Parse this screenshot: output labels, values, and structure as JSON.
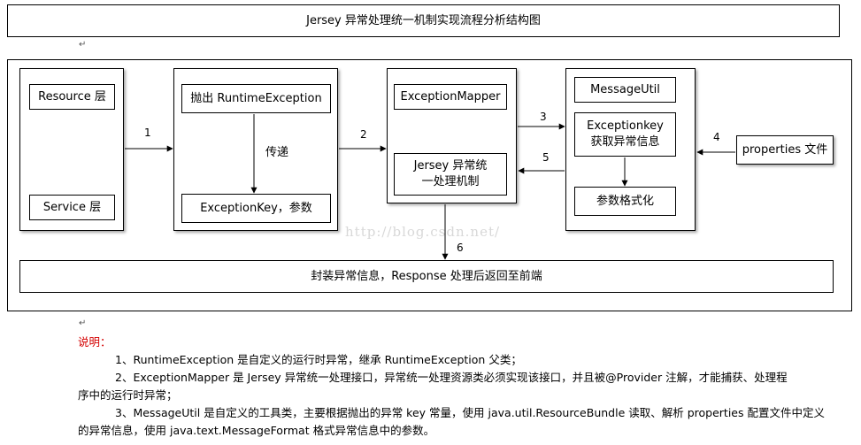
{
  "title": "Jersey 异常处理统一机制实现流程分析结构图",
  "boxes": {
    "resource": "Resource 层",
    "service": "Service 层",
    "throw": "抛出 RuntimeException",
    "pass": "传递",
    "exceptionkey_param": "ExceptionKey，参数",
    "exception_mapper": "ExceptionMapper",
    "jersey_line1": "Jersey 异常统",
    "jersey_line2": "一处理机制",
    "message_util": "MessageUtil",
    "exceptionkey_line1": "Exceptionkey",
    "exceptionkey_line2": "获取异常信息",
    "format": "参数格式化",
    "properties": "properties 文件",
    "bottom": "封装异常信息，Response 处理后返回至前端"
  },
  "arrows": {
    "a1": "1",
    "a2": "2",
    "a3": "3",
    "a4": "4",
    "a5": "5",
    "a6": "6"
  },
  "watermark": "http://blog.csdn.net/",
  "notes": {
    "heading": "说明：",
    "n1": "1、RuntimeException 是自定义的运行时异常，继承 RuntimeException 父类；",
    "n2a": "2、ExceptionMapper 是 Jersey 异常统一处理接口，异常统一处理资源类必须实现该接口，并且被@Provider 注解，才能捕获、处理程",
    "n2b": "序中的运行时异常；",
    "n3a": "3、MessageUtil 是自定义的工具类，主要根据抛出的异常 key 常量，使用 java.util.ResourceBundle 读取、解析 properties 配置文件中定义",
    "n3b": "的异常信息，使用 java.text.MessageFormat 格式异常信息中的参数。"
  }
}
